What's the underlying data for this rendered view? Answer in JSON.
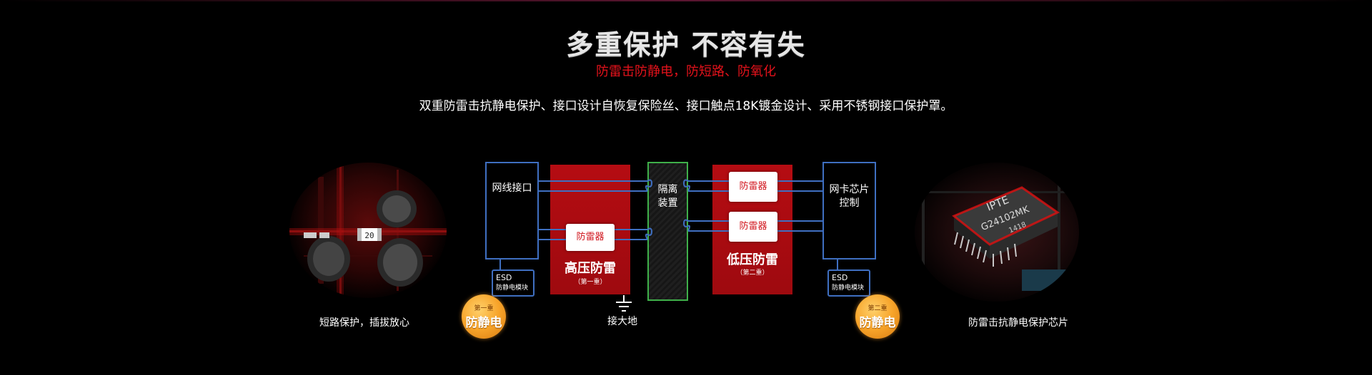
{
  "header": {
    "title": "多重保护 不容有失",
    "subtitle": "防雷击防静电，防短路、防氧化",
    "description": "双重防雷击抗静电保护、接口设计自恢复保险丝、接口触点18K镀金设计、采用不锈钢接口保护罩。"
  },
  "left_panel": {
    "caption": "短路保护，插拔放心",
    "chip_text": "20"
  },
  "right_panel": {
    "caption": "防雷击抗静电保护芯片",
    "chip_line1": "IPTE",
    "chip_line2": "G24102MK",
    "chip_line3": "1418"
  },
  "diagram": {
    "network_port": "网线接口",
    "high_voltage": {
      "chip": "防雷器",
      "label": "高压防雷",
      "sub": "（第一重）"
    },
    "isolation": "隔离\n装置",
    "low_voltage": {
      "chip_top": "防雷器",
      "chip_bottom": "防雷器",
      "label": "低压防雷",
      "sub": "（第二重）"
    },
    "nic_chip": "网卡芯片\n控制",
    "esd_left": {
      "line1": "ESD",
      "line2": "防静电模块"
    },
    "esd_right": {
      "line1": "ESD",
      "line2": "防静电模块"
    },
    "badge_left": {
      "line1": "第一重",
      "line2": "防静电"
    },
    "badge_right": {
      "line1": "第二重",
      "line2": "防静电"
    },
    "ground": "接大地"
  },
  "colors": {
    "accent_red": "#e3121b",
    "block_red": "#b50c12",
    "line_blue": "#3f6fc1",
    "isolation_green": "#3fb04a",
    "badge_orange": "#f7a42a"
  }
}
